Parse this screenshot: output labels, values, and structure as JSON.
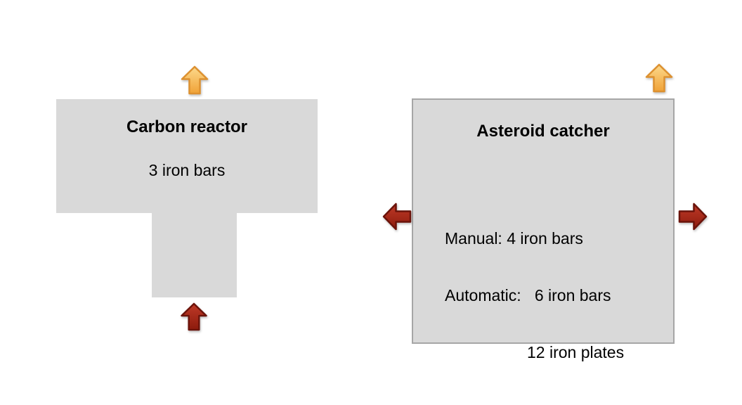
{
  "carbon_reactor": {
    "title": "Carbon reactor",
    "recipe": "3 iron bars"
  },
  "asteroid_catcher": {
    "title": "Asteroid catcher",
    "recipe_lines": [
      "Manual: 4 iron bars",
      "Automatic:   6 iron bars",
      "12 iron plates"
    ]
  },
  "icons": {
    "carbon_reactor": [
      "output-arrow-up-top",
      "input-arrow-up-bottom"
    ],
    "asteroid_catcher": [
      "output-arrow-up-top-right",
      "input-arrow-left-side",
      "input-arrow-right-side"
    ]
  },
  "colors": {
    "background": "#ffffff",
    "text": "#000000",
    "machine_fill": "#d9d9d9",
    "machine_border": "#a6a6a6",
    "output_arrow_light": "#fcd98c",
    "output_arrow_dark": "#f0a237",
    "output_arrow_border": "#dd9130",
    "input_arrow_light": "#bf3a28",
    "input_arrow_dark": "#8c1a0c",
    "input_arrow_border": "#6b130a"
  }
}
